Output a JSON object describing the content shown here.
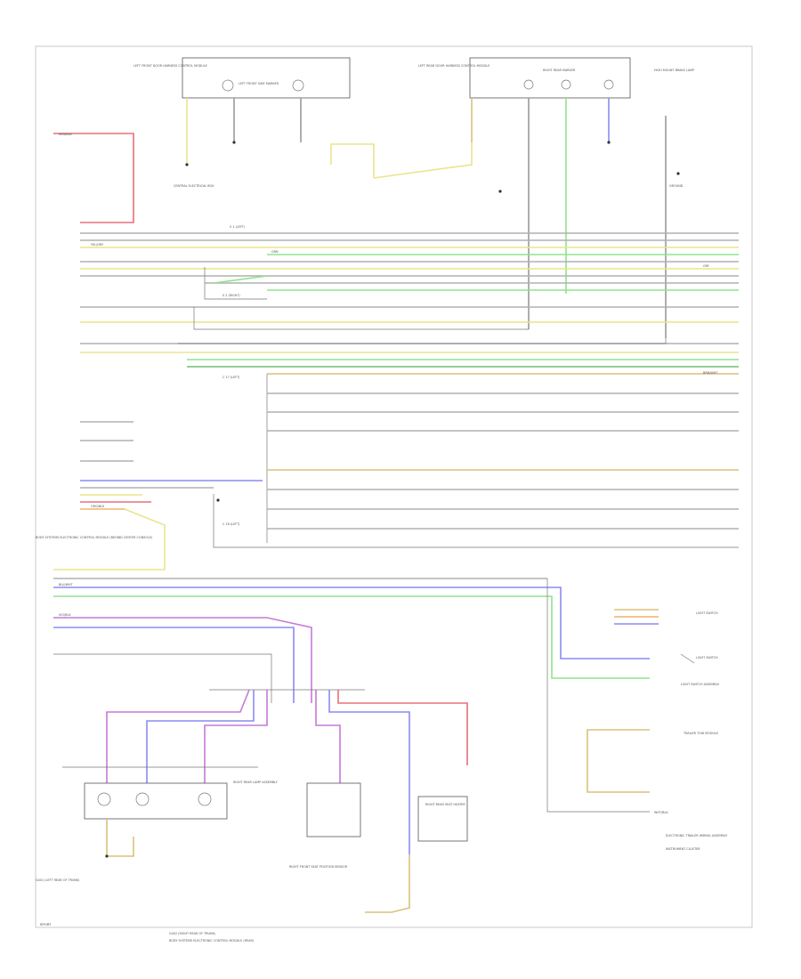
{
  "labels": {
    "ecu_top_left": "LEFT FRONT DOOR HARNESS CONTROL MODULE",
    "ecu_top_right": "LEFT REAR DOOR HARNESS CONTROL MODULE",
    "left_lamps_title": "LEFT FRONT SIDE MARKER",
    "right_lamps_title": "RIGHT REAR MARKER",
    "high_mount": "HIGH MOUNT BRAKE LAMP",
    "connector_left": "CENTRAL ELECTRICAL BOX",
    "connector_right": "GROUND",
    "splice_left": "S 1 (LEFT)",
    "splice_right": "S 2 (RIGHT)",
    "mid_splice_a": "C 17 (LEFT)",
    "mid_splice_b": "C 18 (LEFT)",
    "lower_left_note": "BODY SYSTEMS ELECTRONIC CONTROL MODULE (BEHIND CENTER CONSOLE)",
    "ground_left": "G401 (LEFT REAR OF TRUNK)",
    "ground_bottom": "G402 (RIGHT REAR OF TRUNK)",
    "right_rear_lamps": "RIGHT REAR LAMP ASSEMBLY",
    "front_pos_sensor": "RIGHT FRONT SEAT POSITION SENSOR",
    "seat_heater": "RIGHT REAR SEAT HEATER",
    "switch_a": "LIGHT SWITCH",
    "switch_b": "LIGHT SWITCH",
    "switch_title": "LIGHT SWITCH ASSEMBLY",
    "right_module": "TRAILER TOW MODULE",
    "lower_right_note": "ELECTRONIC TRAILER WIRING ASSEMBLY",
    "cluster": "INSTRUMENT CLUSTER",
    "footer": "SPORT",
    "footer_bottom": "BODY SYSTEMS ELECTRONIC CONTROL MODULE (REAR)"
  },
  "wires": {
    "red": "RED/BLK",
    "yel": "YEL/GRY",
    "grn": "GRN",
    "blu": "BLU/WHT",
    "vio": "VIO/BLK",
    "gry": "GRY",
    "brn": "BRN/WHT",
    "org": "ORG/BLK",
    "wht": "WHT/BLK"
  },
  "colors": {
    "red": "#e8707a",
    "yellow": "#e9e58a",
    "green": "#8fe38f",
    "blue": "#8c8cf0",
    "violet": "#c47ad6",
    "gray": "#9a9a9a",
    "orange": "#f2b46a",
    "darkgreen": "#6fbf6f",
    "tan": "#d9c27a"
  }
}
